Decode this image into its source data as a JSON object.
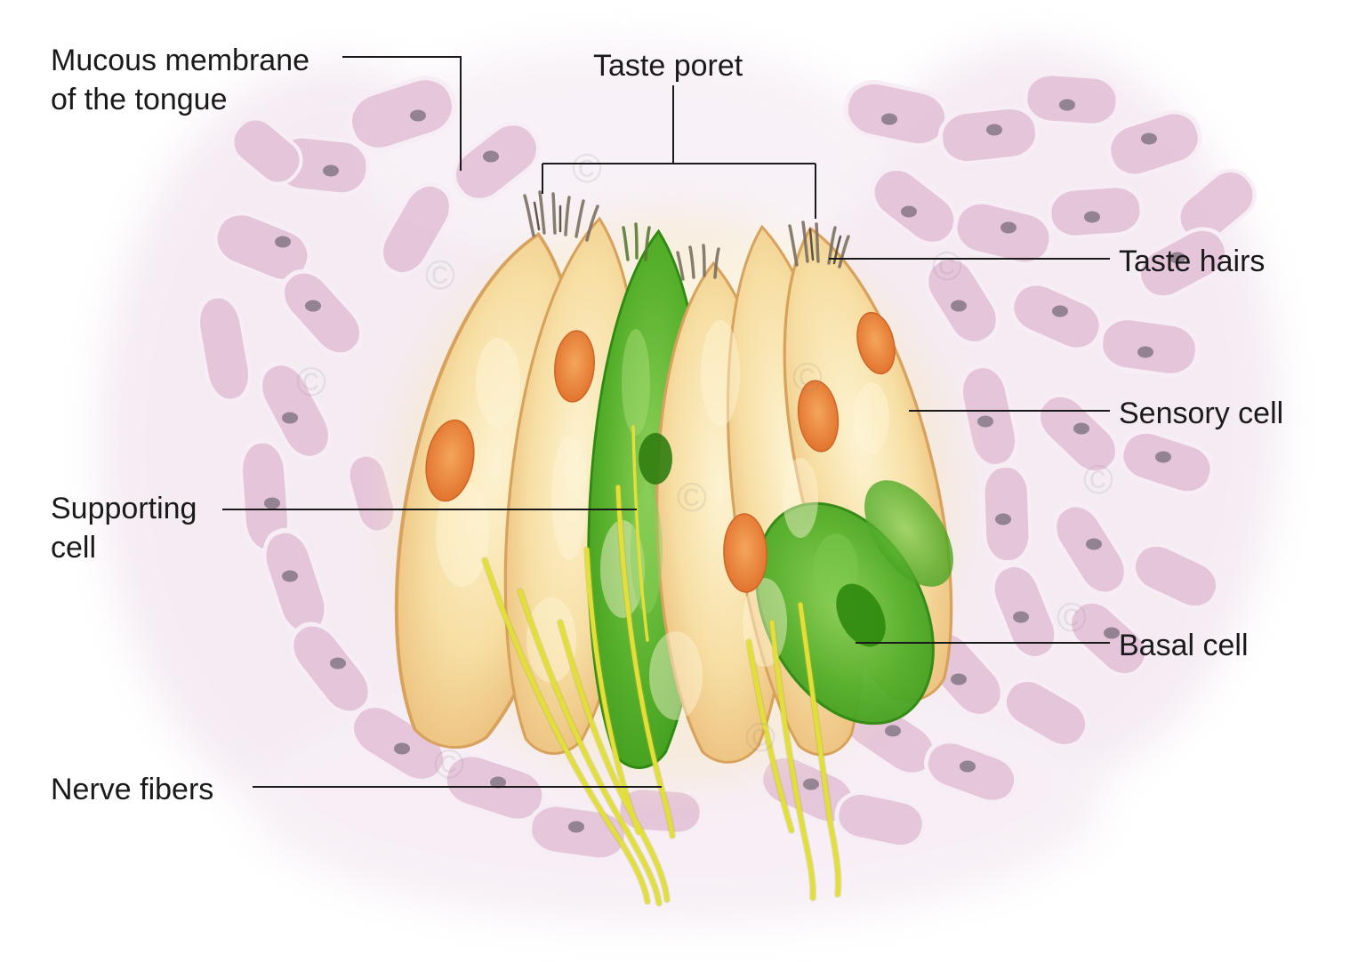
{
  "page": {
    "title": "Taste bud anatomy illustration",
    "background": "#ffffff"
  },
  "labels": {
    "mucous_membrane": {
      "line1": "Mucous membrane",
      "line2": "of the tongue"
    },
    "taste_pore": "Taste poret",
    "taste_hairs": "Taste hairs",
    "sensory_cell": "Sensory cell",
    "supporting_cell": {
      "line1": "Supporting",
      "line2": "cell"
    },
    "basal_cell": "Basal cell",
    "nerve_fibers": "Nerve fibers"
  },
  "watermark": {
    "symbol": "©"
  },
  "colors": {
    "epithelial_cell": "#e4c3d9",
    "epithelial_nucleus": "#7f7280",
    "sensory_cell_body": "#f7e2ac",
    "sensory_cell_edge": "#e7b778",
    "sensory_nucleus": "#e97f35",
    "supporting_cell": "#57b02c",
    "basal_cell": "#3f9e1d",
    "nerve_fiber": "#e2df3a",
    "taste_hair": "#7b7060",
    "label_text": "#1a1a1a",
    "leader_line": "#1a1a1a"
  }
}
